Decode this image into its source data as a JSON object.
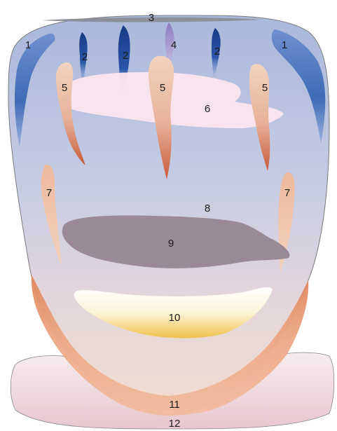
{
  "labels": {
    "l1a": "1",
    "l1b": "1",
    "l2a": "2",
    "l2b": "2",
    "l2c": "2",
    "l3": "3",
    "l4": "4",
    "l5a": "5",
    "l5b": "5",
    "l5c": "5",
    "l6": "6",
    "l7a": "7",
    "l7b": "7",
    "l8": "8",
    "l9": "9",
    "l10": "10",
    "l11": "11",
    "l12": "12"
  },
  "colors": {
    "body_top": "#a9b8dc",
    "body_mid": "#ddd5df",
    "body_bottom": "#f0d8c8",
    "blue_stroke": "#3e6bb6",
    "dark_blue": "#1f3f88",
    "grey_bar": "#8d8f99",
    "lavender": "#9a8cc4",
    "peach": "#ecc0a4",
    "rust": "#c85a3a",
    "pink_white": "#fbe8f0",
    "mauve": "#9a8a96",
    "orange_band": "#eaa37f",
    "yellow": "#f3cc5a",
    "base_pink": "#f4dee2"
  }
}
